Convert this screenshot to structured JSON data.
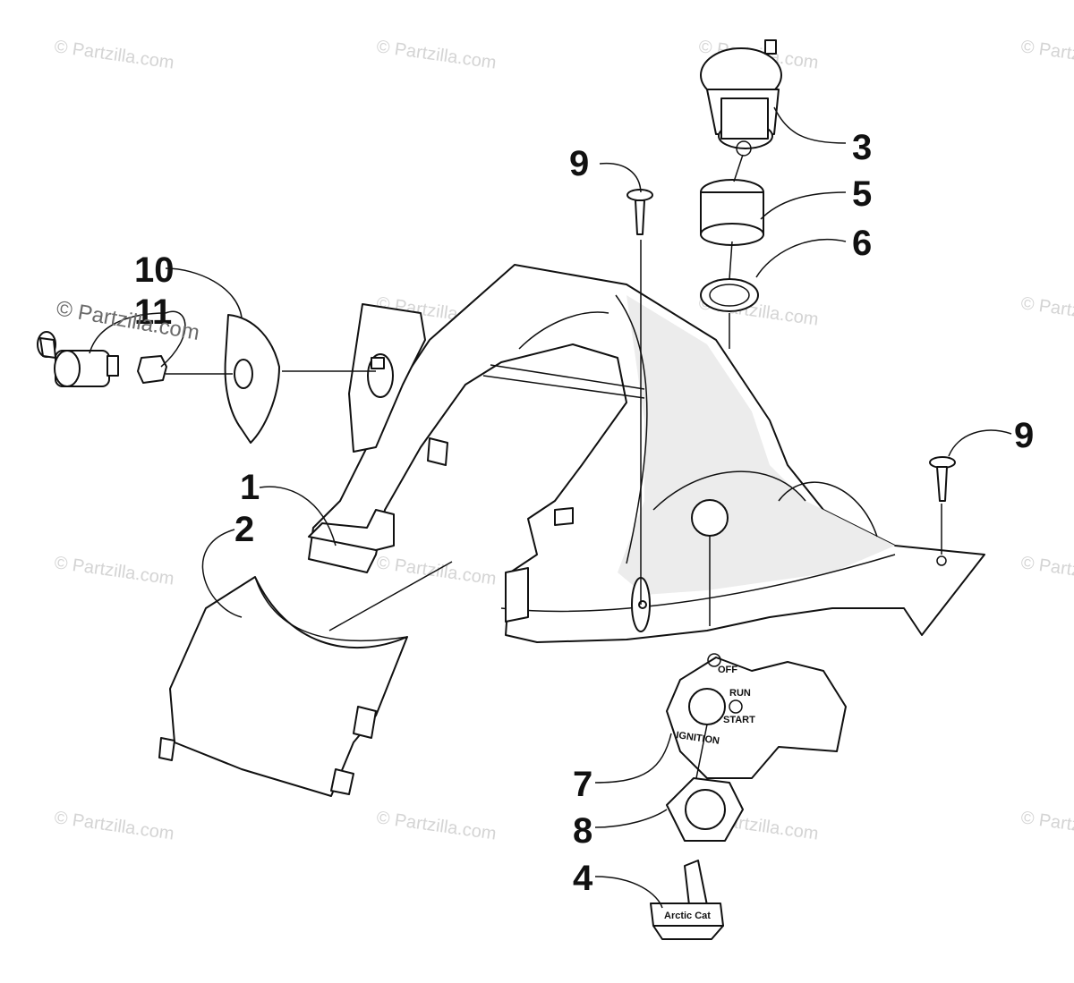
{
  "diagram": {
    "watermark_small": "© Partzilla.com",
    "watermark_prominent": "© Partzilla.com",
    "callouts": [
      {
        "label": "1"
      },
      {
        "label": "2"
      },
      {
        "label": "3"
      },
      {
        "label": "4"
      },
      {
        "label": "5"
      },
      {
        "label": "6"
      },
      {
        "label": "7"
      },
      {
        "label": "8"
      },
      {
        "label": "9"
      },
      {
        "label": "9"
      },
      {
        "label": "10"
      },
      {
        "label": "11"
      }
    ],
    "ignition_plate": {
      "off": "OFF",
      "run": "RUN",
      "start": "START",
      "ignition": "IGNITION"
    },
    "key_brand": "Arctic Cat"
  }
}
